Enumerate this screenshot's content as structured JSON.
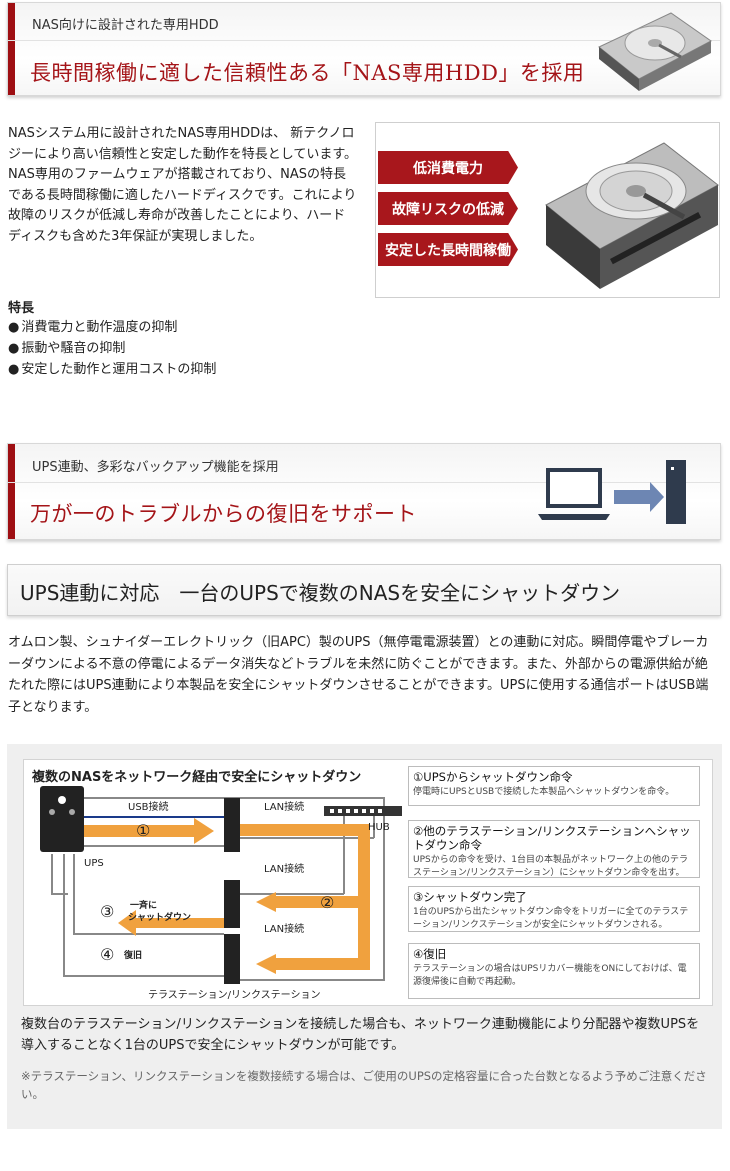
{
  "section1": {
    "subtitle": "NAS向けに設計された専用HDD",
    "headline": "長時間稼働に適した信頼性ある「NAS専用HDD」を採用"
  },
  "intro": {
    "text": "NASシステム用に設計されたNAS専用HDDは、 新テクノロジーにより高い信頼性と安定した動作を特長としています。\nNAS専用のファームウェアが搭載されており、NASの特長である長時間稼働に適したハードディスクです。これにより故障のリスクが低減し寿命が改善したことにより、ハードディスクも含めた3年保証が実現しました。",
    "features_title": "特長",
    "features": [
      "消費電力と動作温度の抑制",
      "振動や騒音の抑制",
      "安定した動作と運用コストの抑制"
    ]
  },
  "hdd_tags": [
    "低消費電力",
    "故障リスクの低減",
    "安定した長時間稼働"
  ],
  "section2": {
    "subtitle": "UPS連動、多彩なバックアップ機能を採用",
    "headline": "万が一のトラブルからの復旧をサポート"
  },
  "ups": {
    "heading": "UPS連動に対応　一台のUPSで複数のNASを安全にシャットダウン",
    "paragraph": "オムロン製、シュナイダーエレクトリック（旧APC）製のUPS（無停電電源装置）との連動に対応。瞬間停電やブレーカーダウンによる不意の停電によるデータ消失などトラブルを未然に防ぐことができます。また、外部からの電源供給が絶たれた際にはUPS連動により本製品を安全にシャットダウンさせることができます。UPSに使用する通信ポートはUSB端子となります。"
  },
  "diagram": {
    "title": "複数のNASをネットワーク経由で安全にシャットダウン",
    "labels": {
      "usb": "USB接続",
      "lan1": "LAN接続",
      "lan2": "LAN接続",
      "lan3": "LAN接続",
      "hub": "HUB",
      "ups": "UPS",
      "n1": "①",
      "n2": "②",
      "n3": "③",
      "n3_text_1": "一斉に",
      "n3_text_2": "シャットダウン",
      "n4": "④",
      "n4_text": "復旧",
      "bottom": "テラステーション/リンクステーション"
    },
    "steps": [
      {
        "title": "①UPSからシャットダウン命令",
        "desc": "停電時にUPSとUSBで接続した本製品へシャットダウンを命令。"
      },
      {
        "title": "②他のテラステーション/リンクステーションへシャットダウン命令",
        "desc": "UPSからの命令を受け、1台目の本製品がネットワーク上の他のテラステーション/リンクステーション）にシャットダウン命令を出す。"
      },
      {
        "title": "③シャットダウン完了",
        "desc": "1台のUPSから出たシャットダウン命令をトリガーに全てのテラステーション/リンクステーションが安全にシャットダウンされる。"
      },
      {
        "title": "④復旧",
        "desc": "テラステーションの場合はUPSリカバー機能をONにしておけば、電源復帰後に自動で再起動。"
      }
    ]
  },
  "bottom": {
    "paragraph": "複数台のテラステーション/リンクステーションを接続した場合も、ネットワーク連動機能により分配器や複数UPSを導入することなく1台のUPSで安全にシャットダウンが可能です。",
    "note": "※テラステーション、リンクステーションを複数接続する場合は、ご使用のUPSの定格容量に合った台数となるよう予めご注意ください。"
  },
  "colors": {
    "accent_red": "#a8171c",
    "orange": "#f0a13e",
    "blue_arrow": "#6d86b3",
    "usb_line": "#1a3a8a"
  }
}
